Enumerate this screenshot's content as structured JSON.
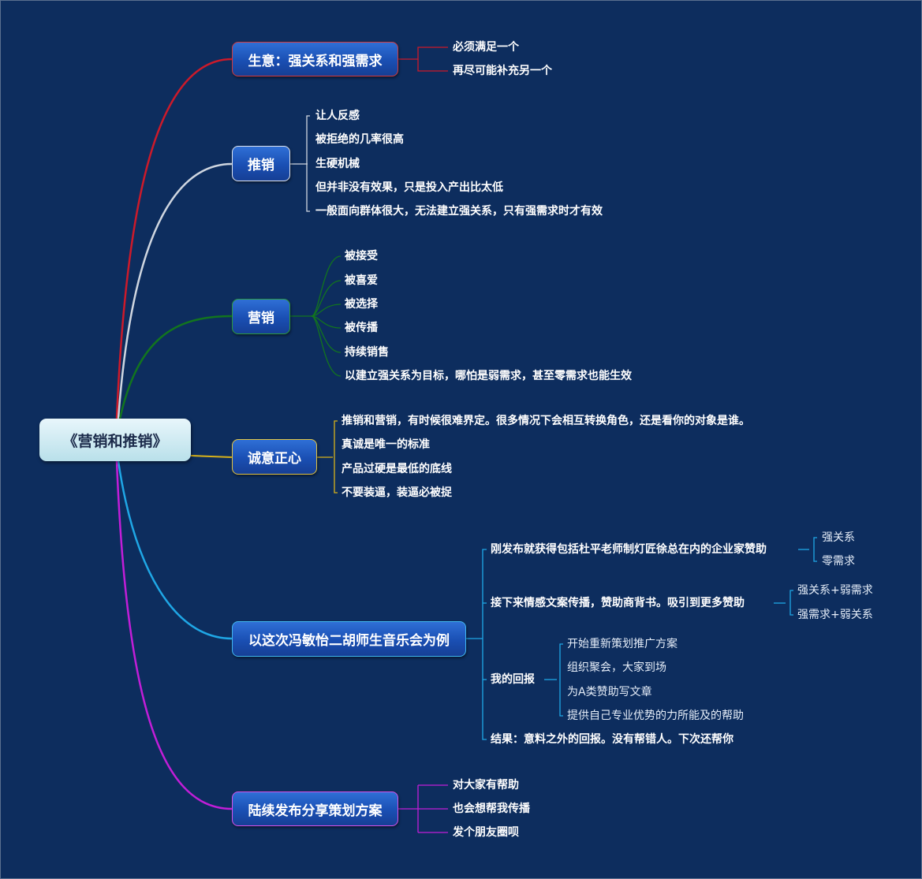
{
  "root": "《营销和推销》",
  "branches": [
    {
      "id": "b1",
      "label": "生意：强关系和强需求",
      "color": "#cc1a2a",
      "items": [
        "必须满足一个",
        "再尽可能补充另一个"
      ]
    },
    {
      "id": "b2",
      "label": "推销",
      "color": "#cfd6e0",
      "items": [
        "让人反感",
        "被拒绝的几率很高",
        "生硬机械",
        "但并非没有效果，只是投入产出比太低",
        "一般面向群体很大，无法建立强关系，只有强需求时才有效"
      ]
    },
    {
      "id": "b3",
      "label": "营销",
      "color": "#12751e",
      "items": [
        "被接受",
        "被喜爱",
        "被选择",
        "被传播",
        "持续销售",
        "以建立强关系为目标，哪怕是弱需求，甚至零需求也能生效"
      ]
    },
    {
      "id": "b4",
      "label": "诚意正心",
      "color": "#d8b21a",
      "items": [
        "推销和营销，有时候很难界定。很多情况下会相互转换角色，还是看你的对象是谁。",
        "真诚是唯一的标准",
        "产品过硬是最低的底线",
        "不要装逼，装逼必被捉"
      ]
    },
    {
      "id": "b5",
      "label": "以这次冯敏怡二胡师生音乐会为例",
      "color": "#1fa7e6",
      "items": [
        {
          "label": "刚发布就获得包括杜平老师制灯匠徐总在内的企业家赞助",
          "children": [
            "强关系",
            "零需求"
          ]
        },
        {
          "label": "接下来情感文案传播，赞助商背书。吸引到更多赞助",
          "children": [
            "强关系+弱需求",
            "强需求+弱关系"
          ]
        },
        {
          "label": "我的回报",
          "children": [
            "开始重新策划推广方案",
            "组织聚会，大家到场",
            "为A类赞助写文章",
            "提供自己专业优势的力所能及的帮助"
          ]
        },
        {
          "label": "结果：意料之外的回报。没有帮错人。下次还帮你",
          "children": []
        }
      ]
    },
    {
      "id": "b6",
      "label": "陆续发布分享策划方案",
      "color": "#c21ed8",
      "items": [
        "对大家有帮助",
        "也会想帮我传播",
        "发个朋友圈呗"
      ]
    }
  ]
}
